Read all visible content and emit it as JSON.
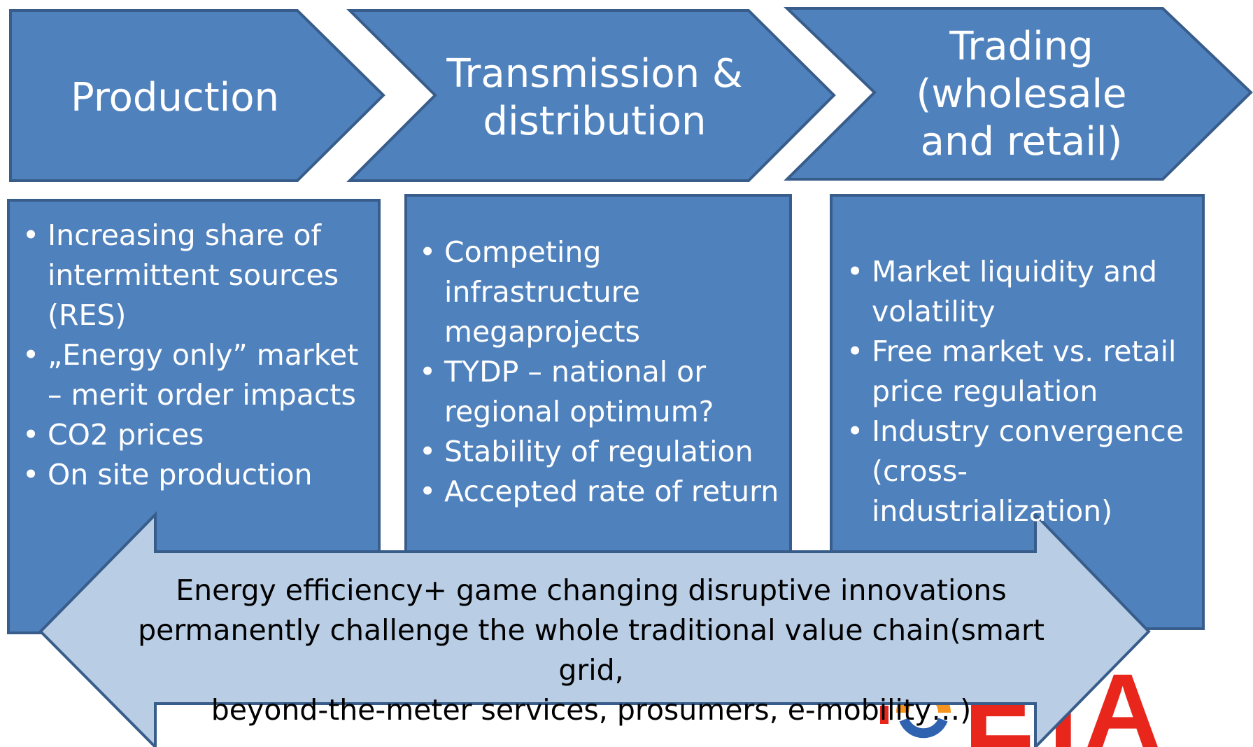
{
  "stages": [
    {
      "title": [
        "Production"
      ]
    },
    {
      "title": [
        "Transmission &",
        "distribution"
      ]
    },
    {
      "title": [
        "Trading",
        "(wholesale",
        "and retail)"
      ]
    }
  ],
  "boxes": [
    {
      "items": [
        "Increasing share of intermittent sources (RES)",
        "„Energy only” market – merit order impacts",
        "CO2 prices",
        "On site production"
      ]
    },
    {
      "items": [
        "Competing infrastructure megaprojects",
        "TYDP – national or regional optimum?",
        "Stability of regulation",
        "Accepted rate of return"
      ]
    },
    {
      "items": [
        "Market liquidity and volatility",
        "Free market vs. retail price regulation",
        "Industry convergence (cross-industrialization)"
      ]
    }
  ],
  "banner": {
    "lines": [
      "Energy efficiency+ game changing disruptive innovations",
      "permanently challenge the whole traditional value chain(smart grid,",
      "beyond-the-meter services, prosumers, e-mobility…)"
    ]
  },
  "logo": {
    "text": "ETA"
  },
  "colors": {
    "chevron": "#4f81bd",
    "outline": "#385d8a",
    "arrow_fill": "#b9cde5",
    "logo_orange": "#f7941d",
    "logo_red": "#e8261c",
    "logo_blue": "#2f63b0"
  }
}
